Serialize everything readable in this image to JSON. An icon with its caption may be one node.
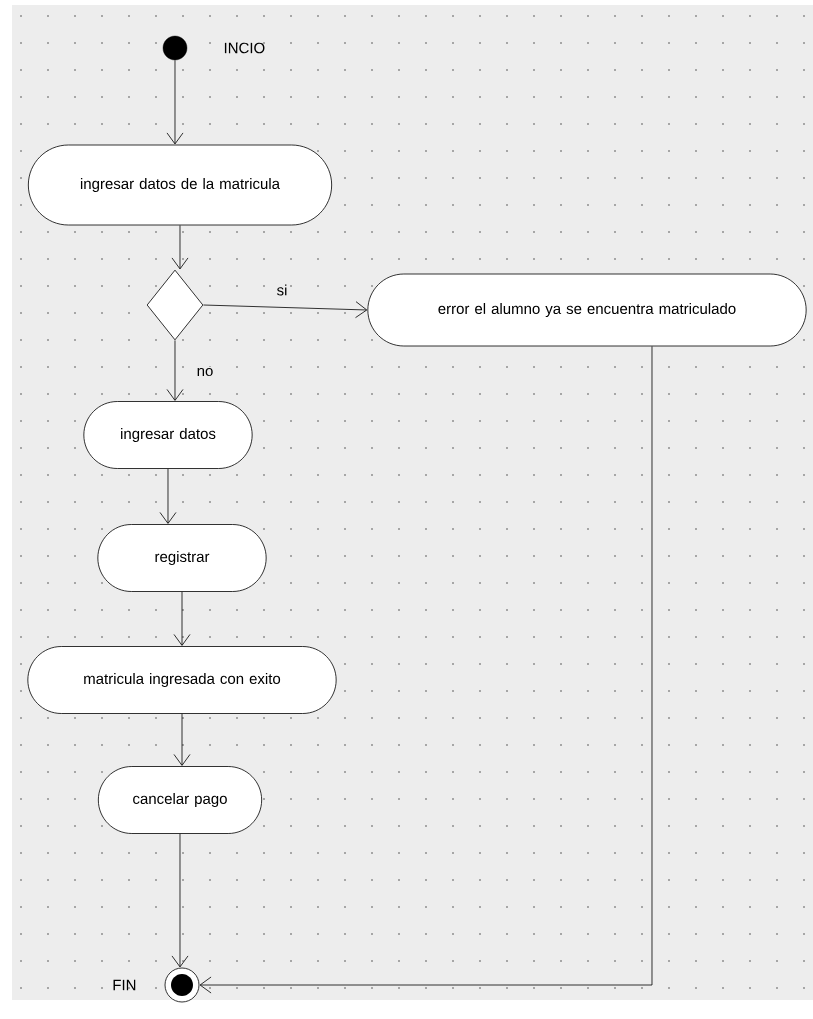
{
  "diagram": {
    "nodes": [
      {
        "text": [],
        "shape": "circle",
        "beside": [
          "INCIO"
        ]
      },
      {
        "text": [
          "ingresar datos de la matricula"
        ]
      },
      {
        "text": [],
        "shape": "diamond"
      },
      {
        "text": [
          "error el alumno ya se encuentra matriculado"
        ]
      },
      {
        "text": [
          "ingresar datos"
        ]
      },
      {
        "text": [
          "registrar"
        ]
      },
      {
        "text": [
          "matricula ingresada con exito"
        ]
      },
      {
        "text": [
          "cancelar pago"
        ]
      },
      {
        "text": [],
        "shape": "circle",
        "beside": [
          "FIN"
        ]
      }
    ],
    "edges": [
      {
        "from": 0,
        "to": 1,
        "arrow": "to"
      },
      {
        "from": 1,
        "to": 2,
        "arrow": "to"
      },
      {
        "from": 2,
        "to": 3,
        "arrow": "to",
        "label": "si"
      },
      {
        "from": 2,
        "to": 4,
        "arrow": "to",
        "label": "no"
      },
      {
        "from": 4,
        "to": 5,
        "arrow": "to"
      },
      {
        "from": 5,
        "to": 6,
        "arrow": "to"
      },
      {
        "from": 6,
        "to": 7,
        "arrow": "to"
      },
      {
        "from": 7,
        "to": 8,
        "arrow": "to"
      },
      {
        "from": 3,
        "to": 8,
        "arrow": "to"
      }
    ]
  }
}
